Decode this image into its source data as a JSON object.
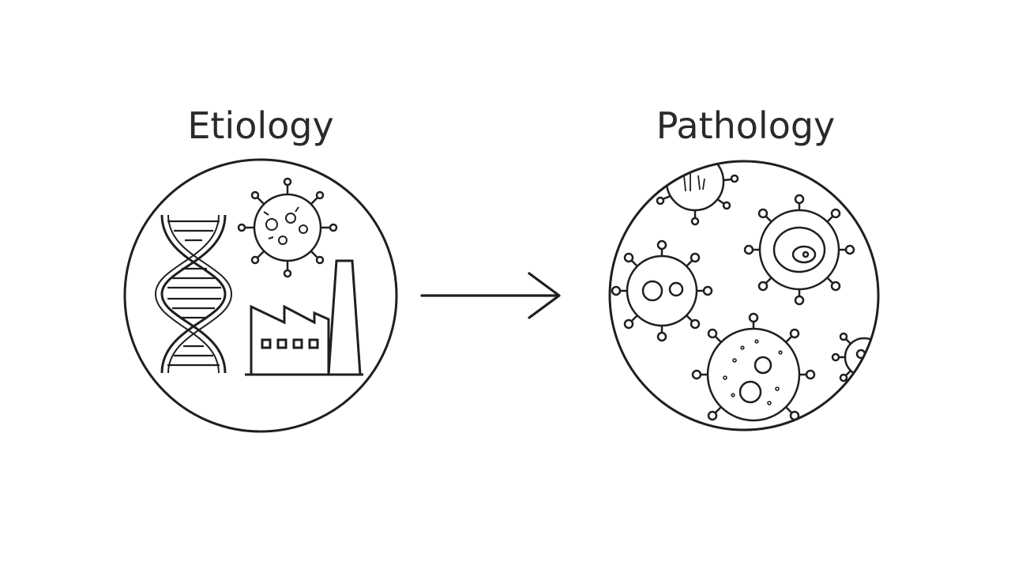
{
  "diagram": {
    "left_node": {
      "title": "Etiology",
      "icons": [
        "dna-icon",
        "virus-icon",
        "factory-icon"
      ]
    },
    "right_node": {
      "title": "Pathology",
      "icons": [
        "virus-cell-icon"
      ]
    },
    "edge": {
      "from": "Etiology",
      "to": "Pathology",
      "style": "arrow"
    }
  },
  "colors": {
    "stroke": "#1f1f1f",
    "text": "#2a2a2a",
    "background": "#ffffff"
  }
}
